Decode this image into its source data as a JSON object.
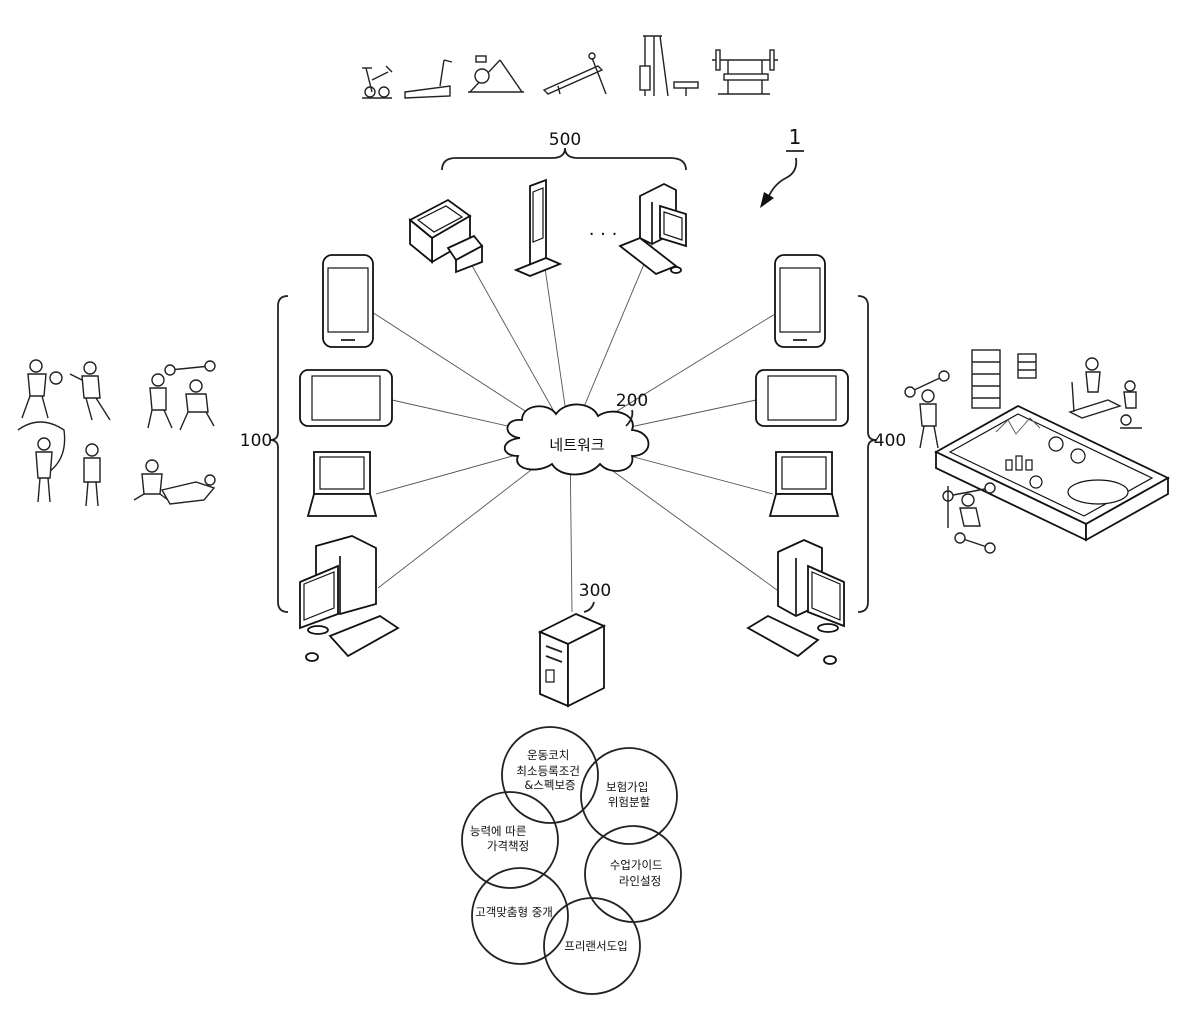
{
  "labels": {
    "system": "1",
    "clients": "100",
    "network_ref": "200",
    "server": "300",
    "trainers": "400",
    "facilities": "500",
    "network": "네트워크",
    "ellipsis": "· · ·"
  },
  "features": [
    {
      "lines": [
        "운동코치",
        "최소등록조건",
        "&스펙보증"
      ]
    },
    {
      "lines": [
        "보험가입",
        "위험분할"
      ]
    },
    {
      "lines": [
        "능력에 따른",
        "가격책정"
      ]
    },
    {
      "lines": [
        "수업가이드",
        "라인설정"
      ]
    },
    {
      "lines": [
        "고객맞춤형 중개"
      ]
    },
    {
      "lines": [
        "프리랜서도입"
      ]
    }
  ]
}
